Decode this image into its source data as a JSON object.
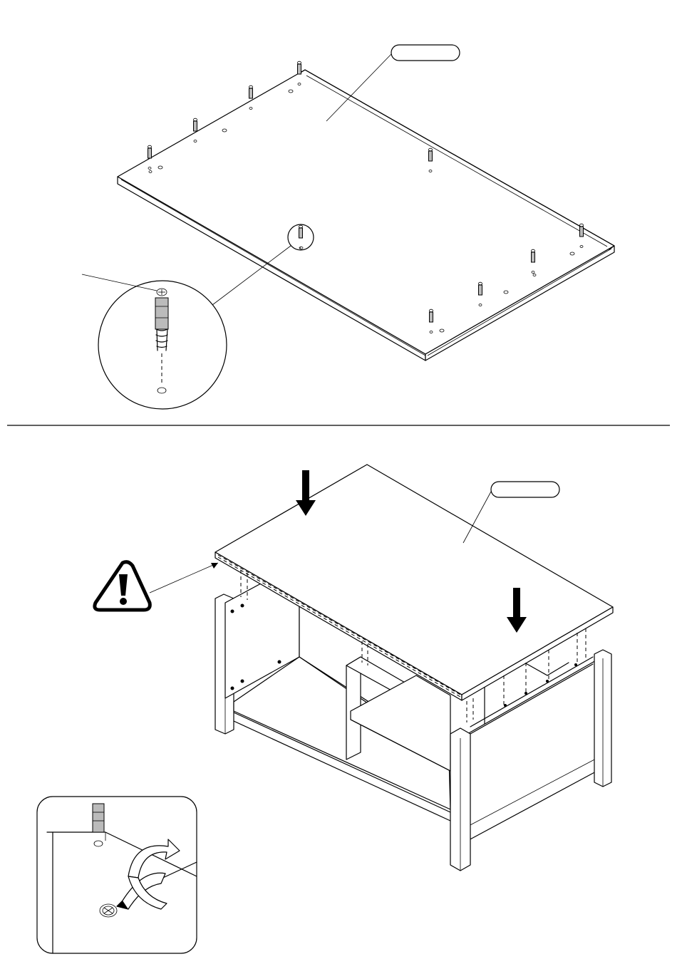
{
  "steps": [
    {
      "id": "step-a",
      "part_label": "",
      "callout_label": "",
      "pins_count": 10
    },
    {
      "id": "step-b",
      "part_label": "",
      "warning_icon": "warning-triangle-icon",
      "press_arrows": 2,
      "detail_icon": "screwdriver-cam-lock-icon"
    }
  ],
  "colors": {
    "line": "#000000",
    "fill": "#ffffff",
    "screw_gray": "#bbbbbb"
  }
}
